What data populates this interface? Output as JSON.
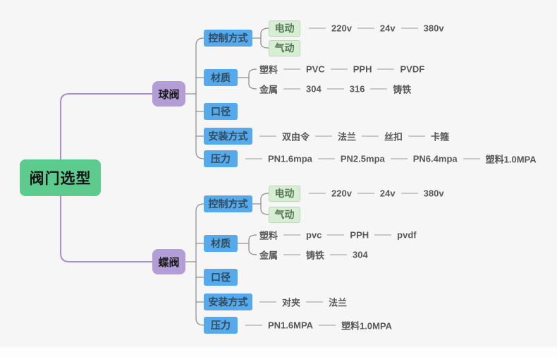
{
  "colors": {
    "background": "#f6f6f6",
    "root_green": "#5ecb8e",
    "branch_purple": "#b39dd6",
    "topic_blue": "#56a9ea",
    "leaf_green_bg": "#d8eed4",
    "purple_connector": "#a58fcb",
    "gray_connector": "#9a9a9a"
  },
  "root": {
    "label": "阀门选型"
  },
  "ball": {
    "label": "球阀",
    "control": {
      "label": "控制方式",
      "electric": "电动",
      "pneumatic": "气动",
      "volts": [
        "220v",
        "24v",
        "380v"
      ]
    },
    "material": {
      "label": "材质",
      "plastic": "塑料",
      "plastic_types": [
        "PVC",
        "PPH",
        "PVDF"
      ],
      "metal": "金属",
      "metal_types": [
        "304",
        "316",
        "铸铁"
      ]
    },
    "caliber": {
      "label": "口径"
    },
    "install": {
      "label": "安装方式",
      "options": [
        "双由令",
        "法兰",
        "丝扣",
        "卡箍"
      ]
    },
    "pressure": {
      "label": "压力",
      "options": [
        "PN1.6mpa",
        "PN2.5mpa",
        "PN6.4mpa",
        "塑料1.0MPA"
      ]
    }
  },
  "butterfly": {
    "label": "蝶阀",
    "control": {
      "label": "控制方式",
      "electric": "电动",
      "pneumatic": "气动",
      "volts": [
        "220v",
        "24v",
        "380v"
      ]
    },
    "material": {
      "label": "材质",
      "plastic": "塑料",
      "plastic_types": [
        "pvc",
        "PPH",
        "pvdf"
      ],
      "metal": "金属",
      "metal_types": [
        "铸铁",
        "304"
      ]
    },
    "caliber": {
      "label": "口径"
    },
    "install": {
      "label": "安装方式",
      "options": [
        "对夹",
        "法兰"
      ]
    },
    "pressure": {
      "label": "压力",
      "options": [
        "PN1.6MPA",
        "塑料1.0MPA"
      ]
    }
  }
}
